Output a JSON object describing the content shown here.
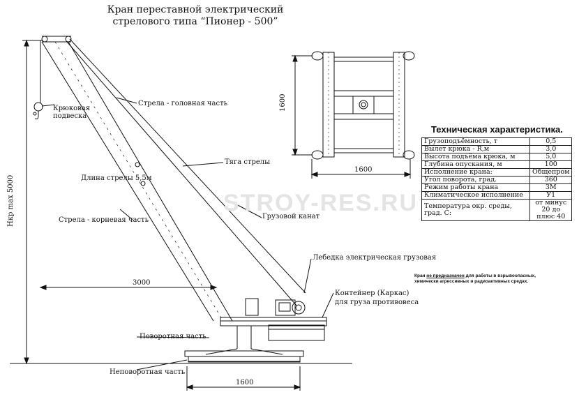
{
  "title": {
    "line1": "Кран переставной электрический",
    "line2": "стрелового типа “Пионер - 500”"
  },
  "labels": {
    "hook": "Крюковая подвеска",
    "boom_head": "Стрела - головная часть",
    "boom_length": "Длина стрелы 5,5м",
    "boom_rod": "Тяга стрелы",
    "boom_root": "Стрела - корневая часть",
    "cargo_rope": "Грузовой канат",
    "winch": "Лебедка электрическая грузовая",
    "container_l1": "Контейнер (Каркас)",
    "container_l2": "для груза противовеса",
    "rotating_part": "Поворотная часть",
    "fixed_part": "Неповоротная часть"
  },
  "dimensions": {
    "height": "Hкр max 5000",
    "reach": "3000",
    "base_width": "1600",
    "plan_height": "1600",
    "plan_width": "1600"
  },
  "watermark": "STROY-RES.RU",
  "tech": {
    "title": "Техническая характеристика.",
    "rows": [
      {
        "k": "Грузоподъёмность, т",
        "v": "0,5"
      },
      {
        "k": "Вылет крюка - R,м",
        "v": "3,0"
      },
      {
        "k": "Высота подъёма крюка, м",
        "v": "5,0"
      },
      {
        "k": "Глубина опускания, м",
        "v": "100"
      },
      {
        "k": "Исполнение крана:",
        "v": "Общепром"
      },
      {
        "k": "Угол поворота, град.",
        "v": "360"
      },
      {
        "k": "Режим работы крана",
        "v": "3М"
      },
      {
        "k": "Климатическое исполнение",
        "v": "У1"
      },
      {
        "k": "Температура окр. среды, град. С:",
        "v": "от минус 20 до плюс 40"
      }
    ]
  },
  "note": {
    "prefix": "Кран ",
    "emph": "не предназначен",
    "rest": " для работы в взрывоопасных, химически агрессивных и радиоактивных средах."
  }
}
